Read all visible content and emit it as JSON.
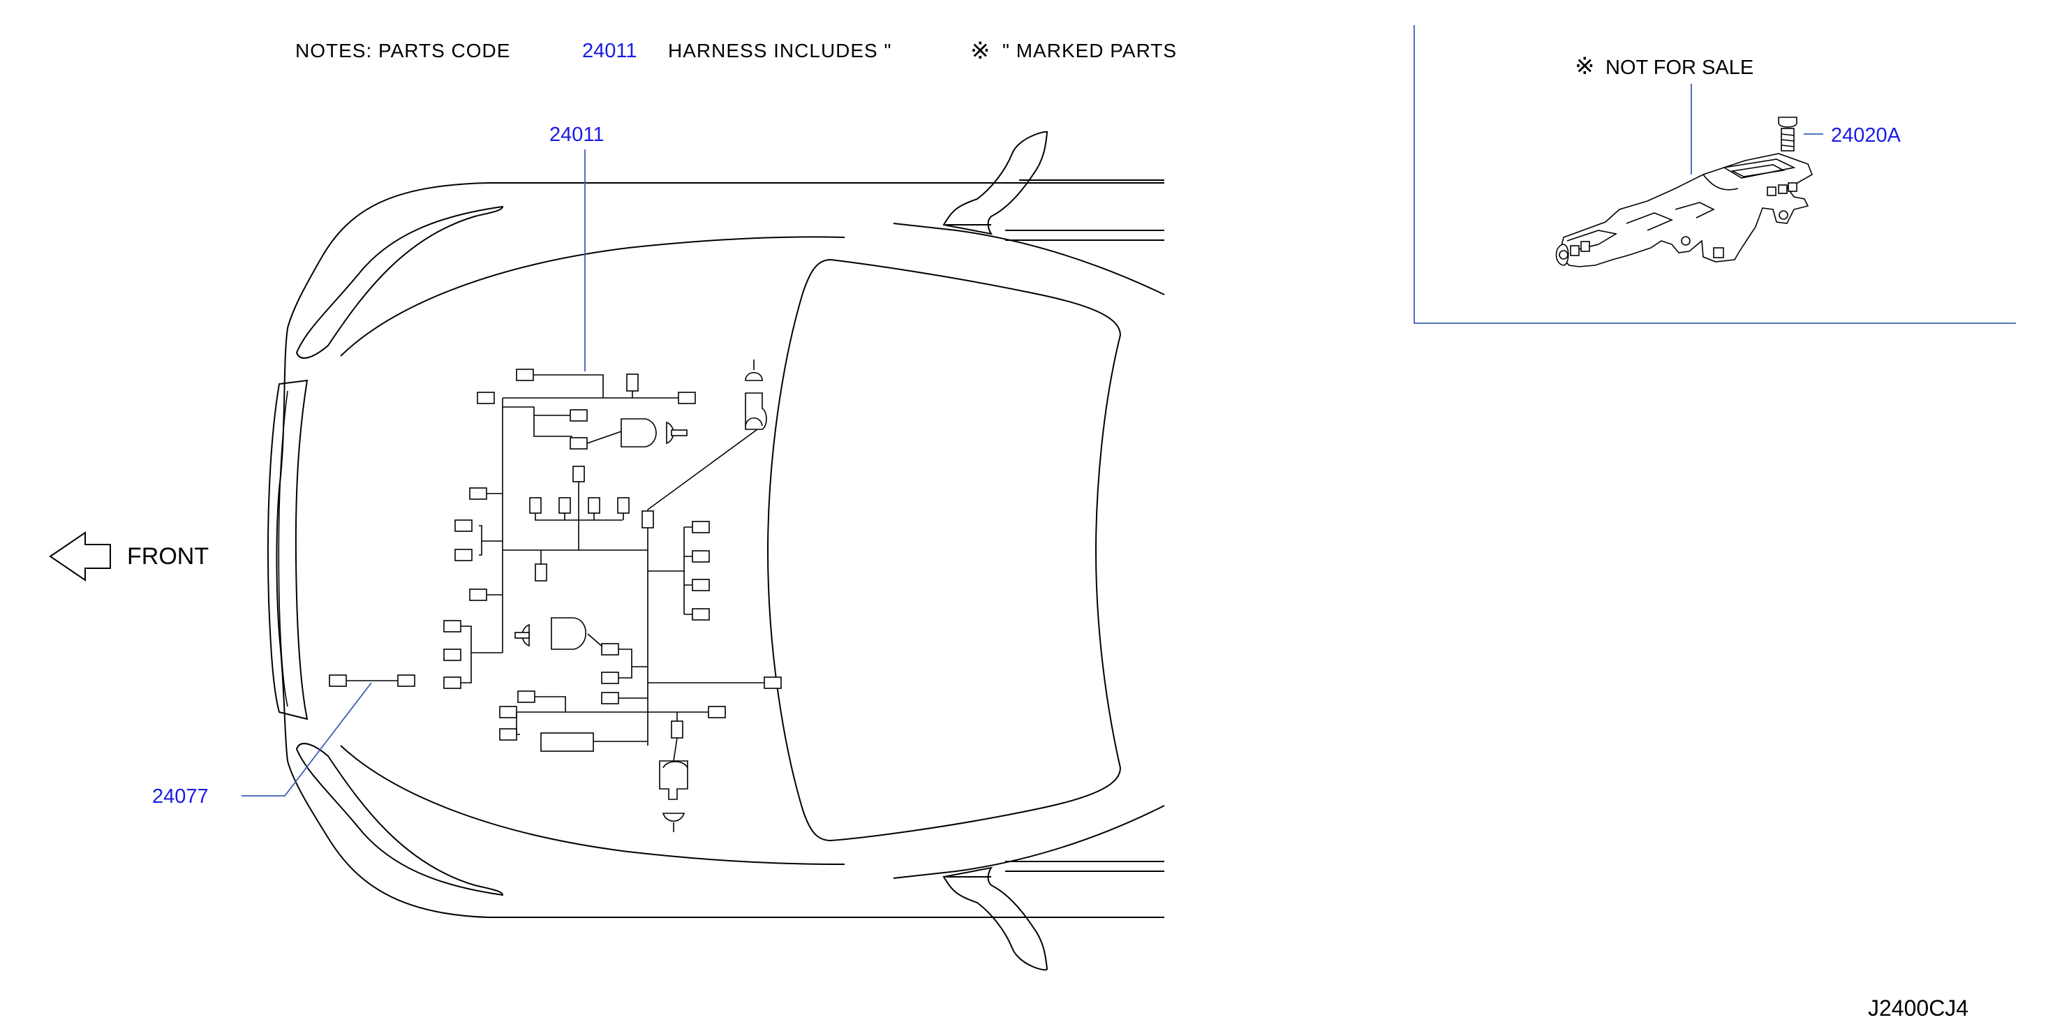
{
  "notes": {
    "prefix": "NOTES:  PARTS  CODE",
    "code": "24011",
    "middle": "HARNESS  INCLUDES  \"",
    "mark": "※",
    "suffix": "\"  MARKED  PARTS"
  },
  "inset": {
    "mark": "※",
    "not_for_sale": "NOT  FOR  SALE"
  },
  "callouts": {
    "main_harness": "24011",
    "sub_harness": "24077",
    "bolt": "24020A"
  },
  "front_label": "FRONT",
  "diagram_id": "J2400CJ4"
}
